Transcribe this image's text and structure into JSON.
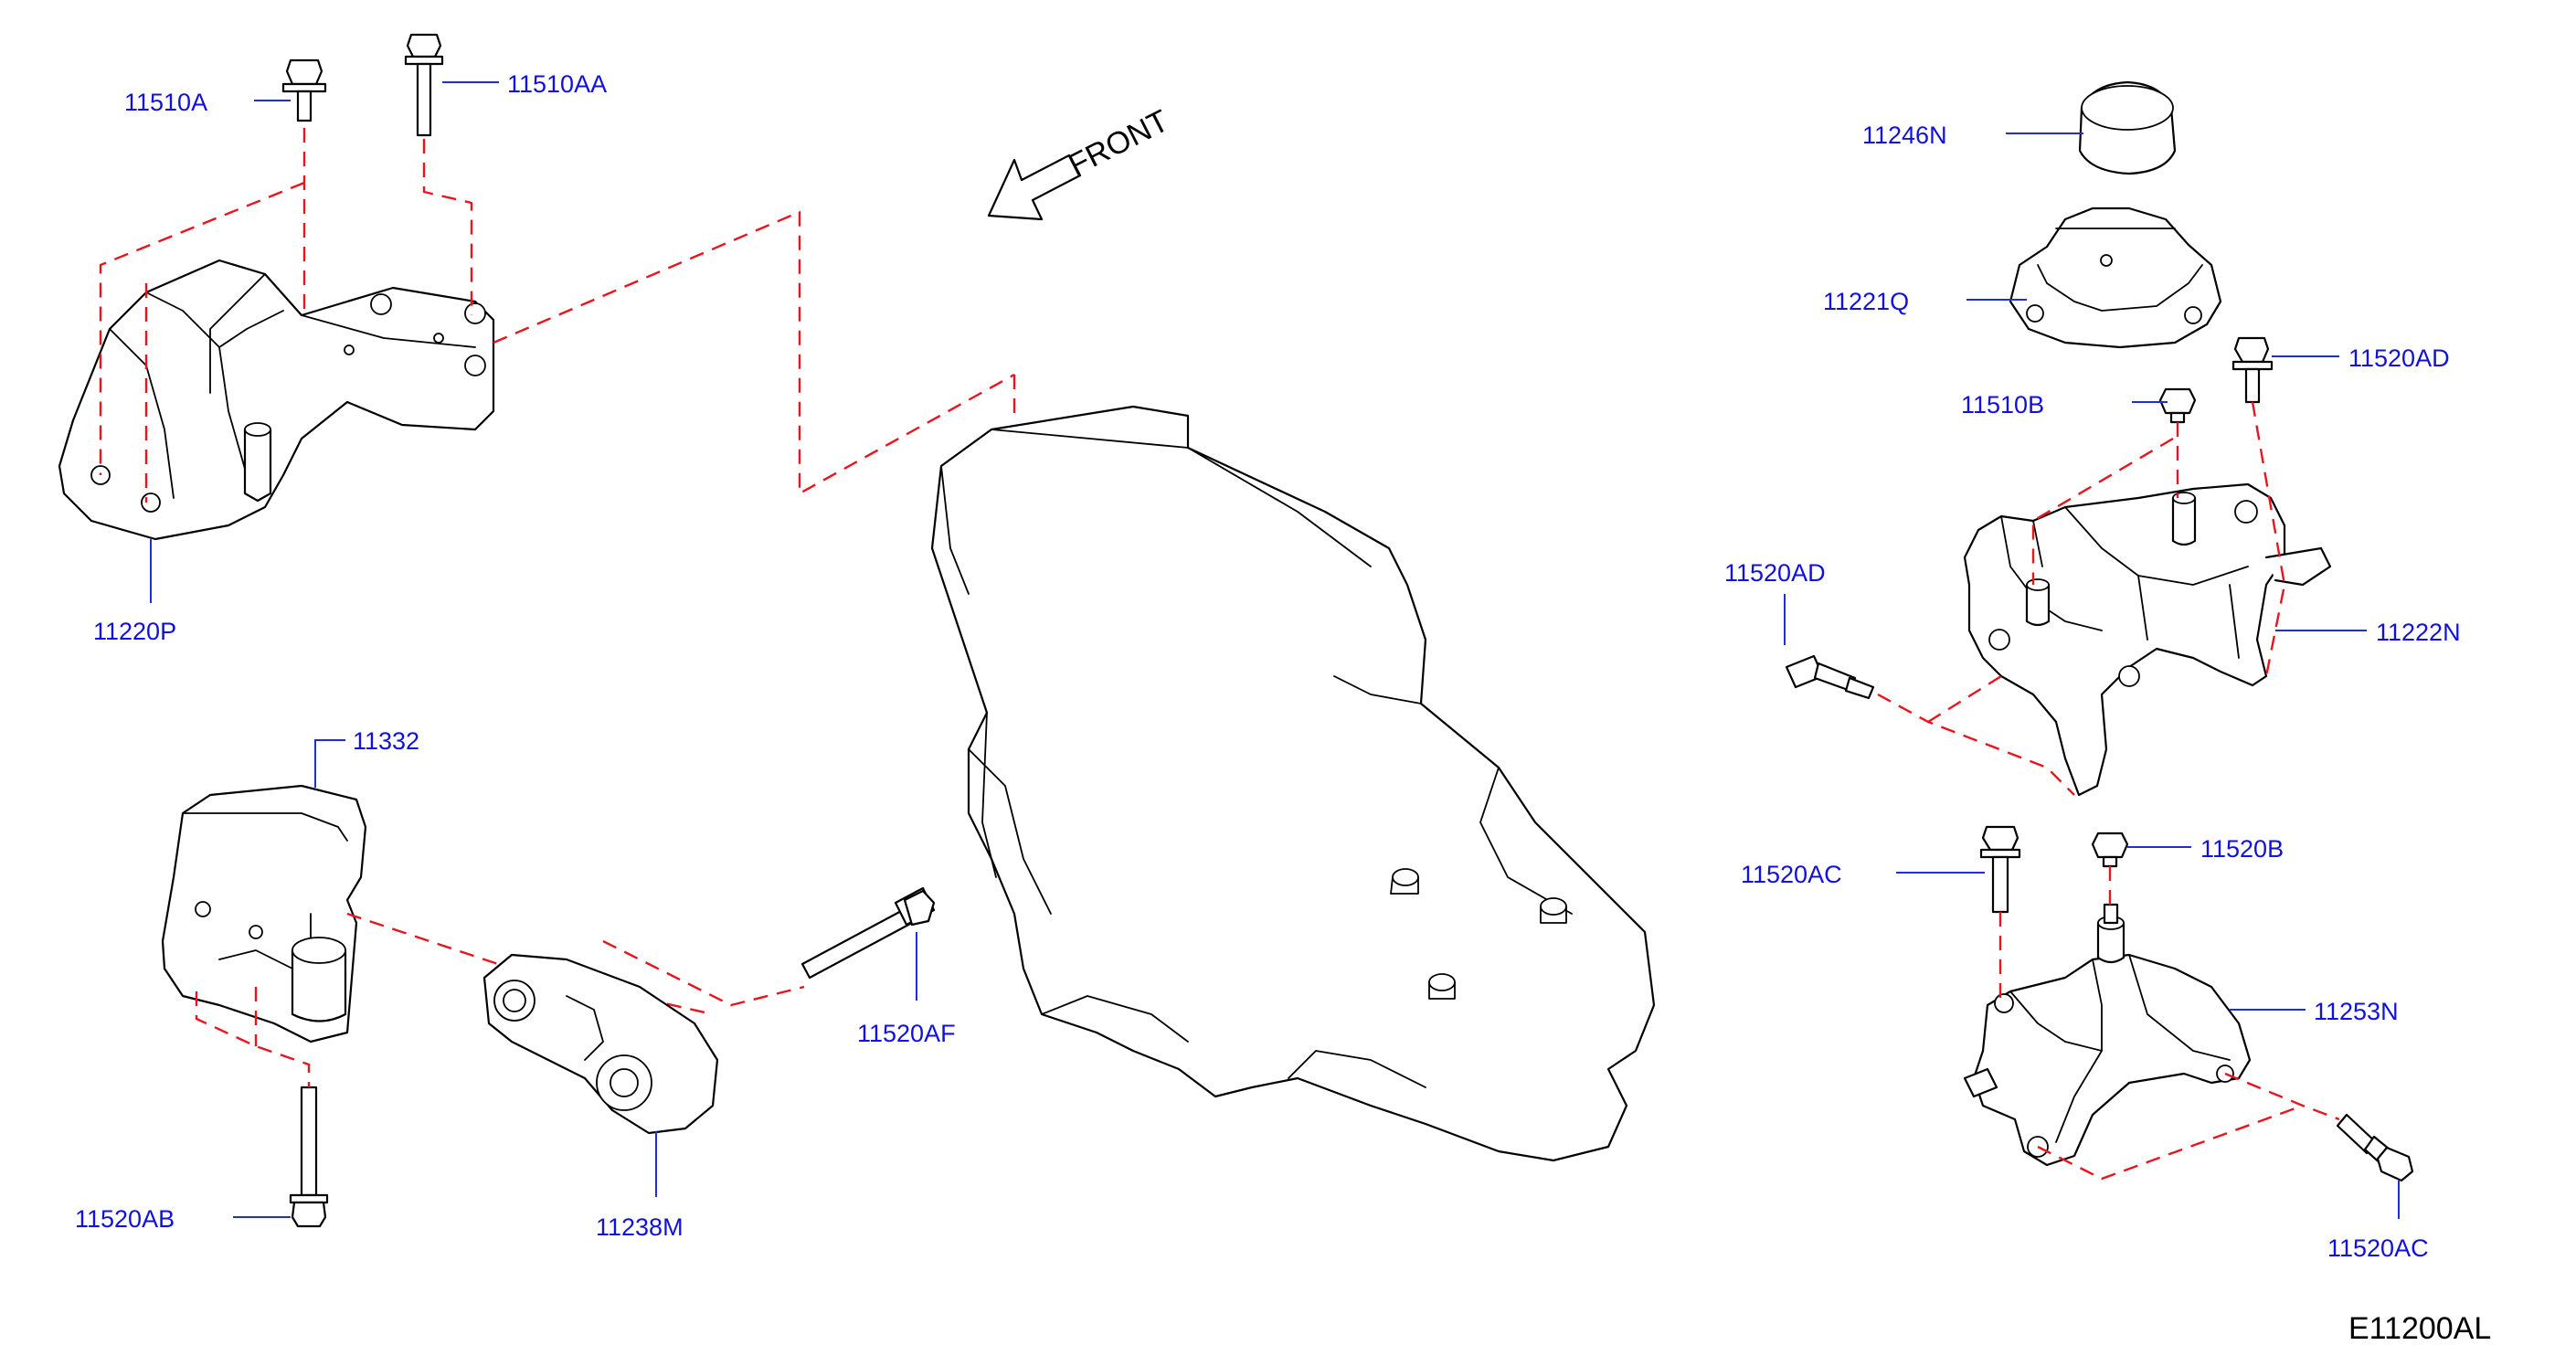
{
  "direction_label": "FRONT",
  "diagram_code": "E11200AL",
  "colors": {
    "callout_text": "#1010e0",
    "leader_line": "#1f2fd0",
    "assembly_dash": "#e8141e",
    "outline": "#000000"
  },
  "callouts": {
    "c11510A": "11510A",
    "c11510AA": "11510AA",
    "c11220P": "11220P",
    "c11332": "11332",
    "c11520AB": "11520AB",
    "c11238M": "11238M",
    "c11520AF": "11520AF",
    "c11246N": "11246N",
    "c11221Q": "11221Q",
    "c11520AD_top": "11520AD",
    "c11510B": "11510B",
    "c11520AD_left": "11520AD",
    "c11222N": "11222N",
    "c11520AC_left": "11520AC",
    "c11520B": "11520B",
    "c11253N": "11253N",
    "c11520AC_bottom": "11520AC"
  }
}
